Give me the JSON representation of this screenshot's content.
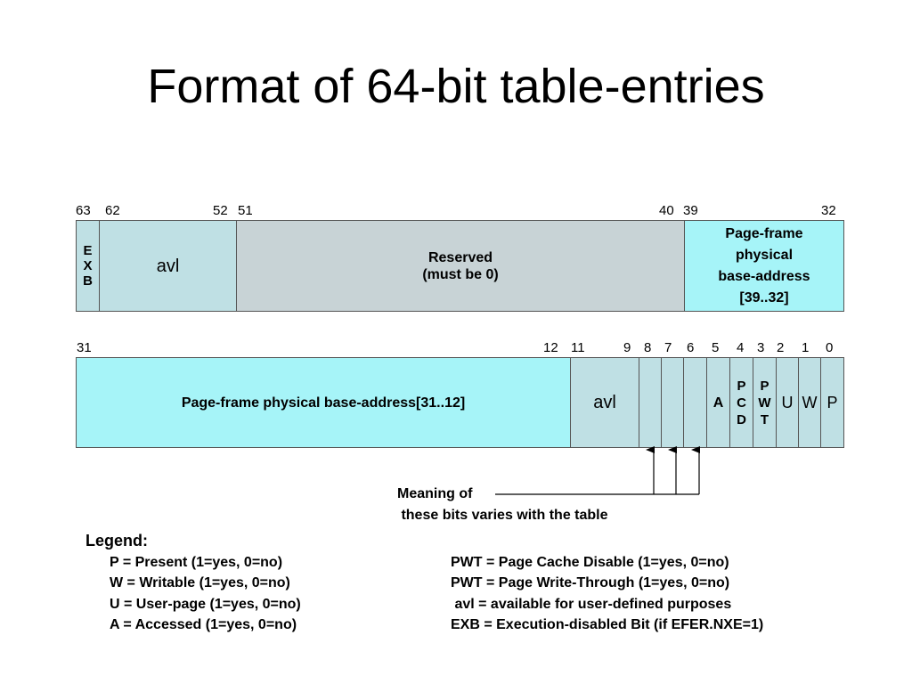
{
  "title": "Format of 64-bit table-entries",
  "upper_row": {
    "bit_labels": [
      "63",
      "62",
      "52",
      "51",
      "40",
      "39",
      "32"
    ],
    "fields": {
      "exb": [
        "E",
        "X",
        "B"
      ],
      "avl": "avl",
      "reserved": [
        "Reserved",
        "(must be 0)"
      ],
      "pfa_high": [
        "Page-frame",
        "physical",
        "base-address",
        "[39..32]"
      ]
    }
  },
  "lower_row": {
    "bit_labels": [
      "31",
      "12",
      "11",
      "9",
      "8",
      "7",
      "6",
      "5",
      "4",
      "3",
      "2",
      "1",
      "0"
    ],
    "fields": {
      "pfa_low": "Page-frame physical base-address[31..12]",
      "avl": "avl",
      "a": "A",
      "pcd": [
        "P",
        "C",
        "D"
      ],
      "pwt": [
        "P",
        "W",
        "T"
      ],
      "u": "U",
      "w": "W",
      "p": "P"
    }
  },
  "annotation": [
    "Meaning of",
    " these bits varies with the table"
  ],
  "legend": {
    "heading": "Legend:",
    "left": [
      "P = Present (1=yes, 0=no)",
      "W = Writable (1=yes, 0=no)",
      "U = User-page (1=yes, 0=no)",
      "A = Accessed (1=yes, 0=no)"
    ],
    "right": [
      "PWT = Page Cache Disable (1=yes, 0=no)",
      "PWT = Page Write-Through (1=yes, 0=no)",
      " avl = available for user-defined purposes",
      "EXB = Execution-disabled Bit (if EFER.NXE=1)"
    ]
  },
  "colors": {
    "teal_field": "#bfe0e4",
    "gray_field": "#c8d3d6",
    "cyan_field": "#a6f4f8"
  }
}
